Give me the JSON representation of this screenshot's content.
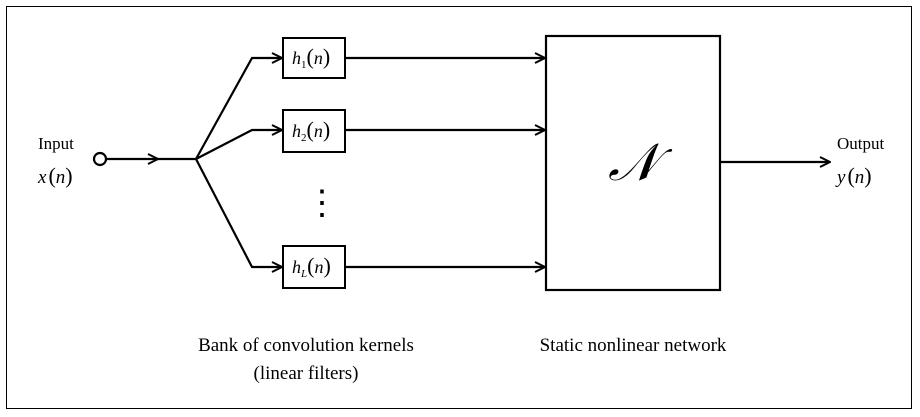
{
  "input": {
    "label": "Input",
    "signal": "x",
    "arg": "n"
  },
  "output": {
    "label": "Output",
    "signal": "y",
    "arg": "n"
  },
  "filters": [
    {
      "name": "h",
      "sub": "1",
      "arg": "n"
    },
    {
      "name": "h",
      "sub": "2",
      "arg": "n"
    },
    {
      "name": "h",
      "sub": "L",
      "arg": "n"
    }
  ],
  "ellipsis": "⋮",
  "network": {
    "symbol": "𝒩"
  },
  "captions": {
    "bank_line1": "Bank of convolution kernels",
    "bank_line2": "(linear filters)",
    "network": "Static nonlinear network"
  },
  "colors": {
    "stroke": "#000000",
    "background": "#ffffff"
  }
}
